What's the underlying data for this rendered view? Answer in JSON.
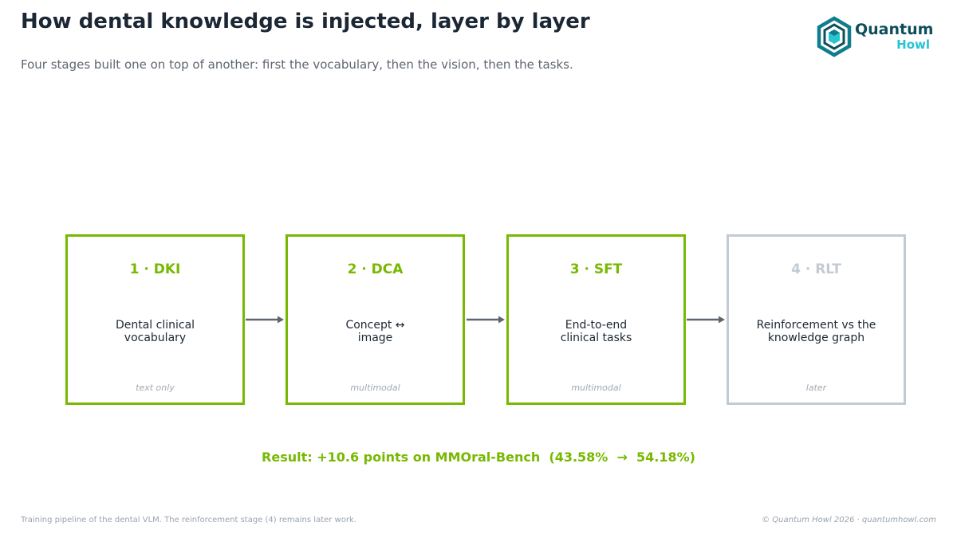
{
  "header": {
    "title": "How dental knowledge is injected, layer by layer",
    "subtitle": "Four stages built one on top of another: first the vocabulary, then the vision, then the tasks."
  },
  "logo": {
    "word1": "Quantum",
    "word2": "Howl",
    "colors": {
      "dark": "#0e4d5c",
      "teal": "#0e7d8c",
      "light": "#27c4d2"
    }
  },
  "stages": [
    {
      "title": "1 · DKI",
      "description": "Dental clinical vocabulary",
      "mode": "text only",
      "status": "active"
    },
    {
      "title": "2 · DCA",
      "description": "Concept ↔ image",
      "mode": "multimodal",
      "status": "active"
    },
    {
      "title": "3 · SFT",
      "description": "End-to-end clinical tasks",
      "mode": "multimodal",
      "status": "active"
    },
    {
      "title": "4 · RLT",
      "description": "Reinforcement vs the knowledge graph",
      "mode": "later",
      "status": "inactive"
    }
  ],
  "result": {
    "text": "Result: +10.6 points on MMOral-Bench  (43.58%  →  54.18%)",
    "delta_points": 10.6,
    "before_percent": 43.58,
    "after_percent": 54.18
  },
  "footer": {
    "left": "Training pipeline of the dental VLM. The reinforcement stage (4) remains later work.",
    "right": "© Quantum Howl 2026 · quantumhowl.com"
  },
  "colors": {
    "accent": "#77b900",
    "inactive": "#c3cad2",
    "title": "#1b2734",
    "arrow": "#5d6670"
  }
}
